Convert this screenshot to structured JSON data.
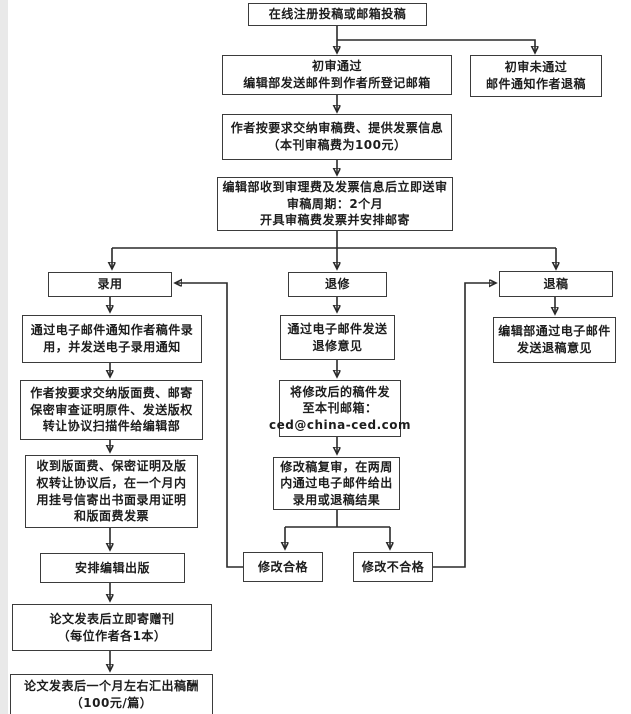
{
  "diagram": {
    "title": "journal-submission-review-flowchart",
    "contact_email": "ced@china-ced.com",
    "nodes": {
      "start": {
        "label": "在线注册投稿或邮箱投稿"
      },
      "initial_pass": {
        "label": "初审通过\n编辑部发送邮件到作者所登记邮箱"
      },
      "initial_fail": {
        "label": "初审未通过\n邮件通知作者退稿"
      },
      "pay_review_fee": {
        "label": "作者按要求交纳审稿费、提供发票信息\n（本刊审稿费为100元）"
      },
      "fee_received": {
        "label": "编辑部收到审理费及发票信息后立即送审\n审稿周期：2个月\n开具审稿费发票并安排邮寄"
      },
      "accept": {
        "label": "录用"
      },
      "revise": {
        "label": "退修"
      },
      "reject": {
        "label": "退稿"
      },
      "accept_notice": {
        "label": "通过电子邮件通知作者稿件录\n用，并发送电子录用通知"
      },
      "revise_notice": {
        "label": "通过电子邮件发送\n退修意见"
      },
      "reject_notice": {
        "label": "编辑部通过电子邮件\n发送退稿意见"
      },
      "pay_page_fee": {
        "label": "作者按要求交纳版面费、邮寄\n保密审查证明原件、发送版权\n转让协议扫描件给编辑部"
      },
      "page_fee_received": {
        "label": "收到版面费、保密证明及版\n权转让协议后，在一个月内\n用挂号信寄出书面录用证明\n和版面费发票"
      },
      "arrange_publish": {
        "label": "安排编辑出版"
      },
      "send_journal": {
        "label": "论文发表后立即寄赠刊\n（每位作者各1本）"
      },
      "remuneration": {
        "label": "论文发表后一个月左右汇出稿酬\n（100元/篇）"
      },
      "send_revised": {
        "label": "将修改后的稿件发\n至本刊邮箱：\nced@china-ced.com"
      },
      "re_review": {
        "label": "修改稿复审，在两周\n内通过电子邮件给出\n录用或退稿结果"
      },
      "revision_pass": {
        "label": "修改合格"
      },
      "revision_fail": {
        "label": "修改不合格"
      }
    },
    "colors": {
      "line": "#2a2a2a",
      "box_border": "#3b3b3b",
      "text": "#1d1d1d",
      "background": "#ffffff",
      "gutter": "#e9e9e9"
    }
  }
}
